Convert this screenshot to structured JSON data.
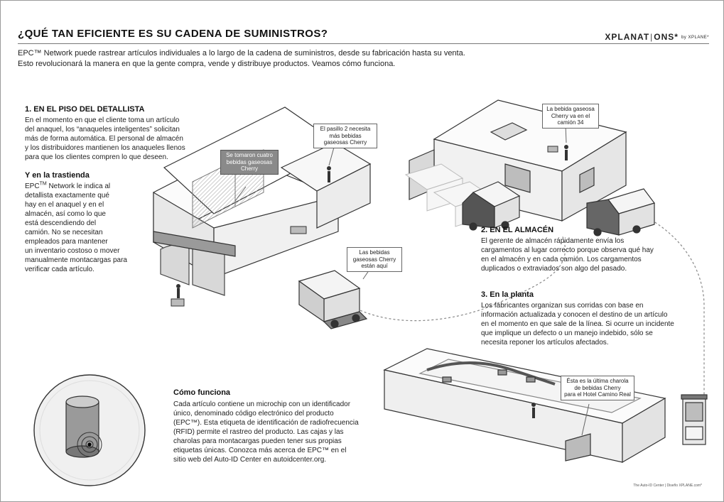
{
  "header": {
    "title": "¿QUÉ TAN EFICIENTE ES SU CADENA DE SUMINISTROS?",
    "brand": "XPLANAT",
    "brand_sep": "|",
    "brand_rest": "ONS*",
    "brand_by": "by XPLANE*"
  },
  "intro": {
    "line1": "EPC™ Network puede rastrear artículos individuales a lo largo de la cadena de suministros, desde su fabricación hasta su venta.",
    "line2": "Esto revolucionará la manera en que la gente compra, vende y distribuye productos. Veamos cómo funciona."
  },
  "retail": {
    "heading": "1. EN EL PISO DEL DETALLISTA",
    "lines": [
      "En el momento en que el cliente toma un artículo",
      "del anaquel, los “anaqueles inteligentes” solicitan",
      "más de forma automática. El personal de almacén",
      "y los distribuidores mantienen los anaqueles llenos",
      "para que los clientes compren lo que deseen."
    ]
  },
  "backroom": {
    "heading": "Y en la trastienda",
    "first_pre": "EPC",
    "first_sup": "TM",
    "first_post": " Network le indica al",
    "lines": [
      "detallista exactamente qué",
      "hay en el anaquel y en el",
      "almacén, así como lo que",
      "está descendiendo del",
      "camión. No se necesitan",
      "empleados para mantener",
      "un inventario costoso o mover",
      "manualmente montacargas para",
      "verificar cada artículo."
    ]
  },
  "warehouse": {
    "heading": "2. EN EL ALMACÉN",
    "lines": [
      "El gerente de almacén rápidamente envía los",
      "cargamentos al lugar correcto porque observa qué hay",
      "en el almacén y en cada camión. Los cargamentos",
      "duplicados o extraviados son algo del pasado."
    ]
  },
  "plant": {
    "heading": "3. En la planta",
    "lines": [
      "Los fabricantes organizan sus corridas con base en",
      "información actualizada y conocen el destino de un artículo",
      "en el momento en que sale de la línea. Si ocurre un incidente",
      "que implique un defecto o un manejo indebido, sólo se",
      "necesita reponer los artículos afectados."
    ]
  },
  "how": {
    "heading": "Cómo funciona",
    "lines": [
      "Cada artículo contiene un microchip con un identificador",
      "único, denominado código electrónico del producto",
      "(EPC™). Esta etiqueta de identificación de radiofrecuencia",
      "(RFID) permite el rastreo del producto. Las cajas y las",
      "charolas para montacargas pueden tener sus propias",
      "etiquetas únicas. Conozca más acerca de EPC™ en el",
      "sitio web del Auto-ID Center en autoidcenter.org."
    ]
  },
  "callouts": {
    "aisle": [
      "El pasillo 2 necesita",
      "más bebidas",
      "gaseosas Cherry"
    ],
    "taken": [
      "Se tomaron cuatro",
      "bebidas gaseosas",
      "Cherry"
    ],
    "here": [
      "Las bebidas",
      "gaseosas Cherry",
      "están aquí"
    ],
    "truck": [
      "La bebida gaseosa",
      "Cherry va en el",
      "camión 34"
    ],
    "tray": [
      "Ésta es la última charola",
      "de bebidas Cherry",
      "para el Hotel Camino Real"
    ]
  },
  "footer": "The Auto-ID Center | Diseño XPLANE.com*"
}
